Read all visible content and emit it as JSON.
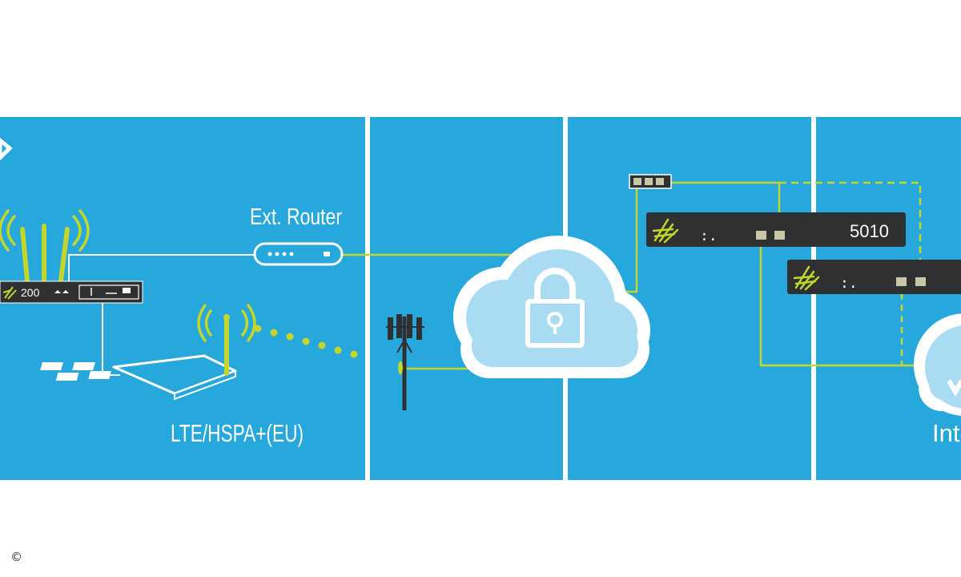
{
  "labels": {
    "ext_router": "Ext. Router",
    "lte": "LTE/HSPA+(EU)",
    "device_200": "200",
    "device_5010": "5010",
    "internet_partial": "Inte",
    "copyright": "©"
  },
  "colors": {
    "panel_blue": "#27a8dc",
    "divider": "#ffffff",
    "accent_green": "#c3d62b",
    "device_dark": "#2f3032",
    "cloud_fill": "#a9dcf3",
    "cloud_outline": "#ffffff"
  },
  "icons": [
    "wifi-signal-icon",
    "antenna-icon",
    "cell-tower-icon",
    "lock-icon",
    "cloud-icon",
    "router-icon",
    "vpn-appliance-icon",
    "brand-logo-icon"
  ]
}
